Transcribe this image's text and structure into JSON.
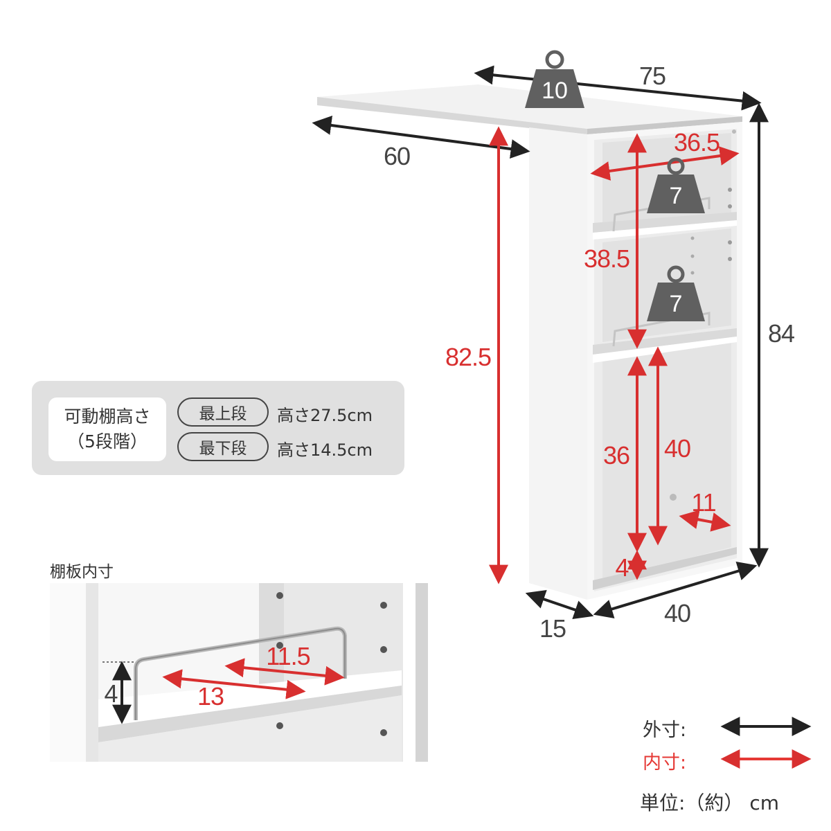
{
  "dimensions": {
    "top_width": "75",
    "top_depth": "60",
    "total_height": "84",
    "under_height": "82.5",
    "cabinet_depth": "40",
    "cabinet_width": "15",
    "shelf_inner_width": "36.5",
    "upper_inner_height": "38.5",
    "lower_inner_height": "36",
    "lower_side_height": "40",
    "plinth_height": "4",
    "lower_depth": "11"
  },
  "weights": {
    "top": "10",
    "shelf_upper": "7",
    "shelf_middle": "7"
  },
  "adjustable_shelf": {
    "title_line1": "可動棚高さ",
    "title_line2": "（5段階）",
    "top_label": "最上段",
    "top_value": "高さ27.5cm",
    "bottom_label": "最下段",
    "bottom_value": "高さ14.5cm"
  },
  "inner_detail": {
    "title": "棚板内寸",
    "width": "11.5",
    "depth": "13",
    "fence_height": "4"
  },
  "legend": {
    "outer_label": "外寸:",
    "inner_label": "内寸:",
    "unit_label": "単位:（約） cm",
    "outer_color": "#333333",
    "inner_color": "#e53935"
  }
}
